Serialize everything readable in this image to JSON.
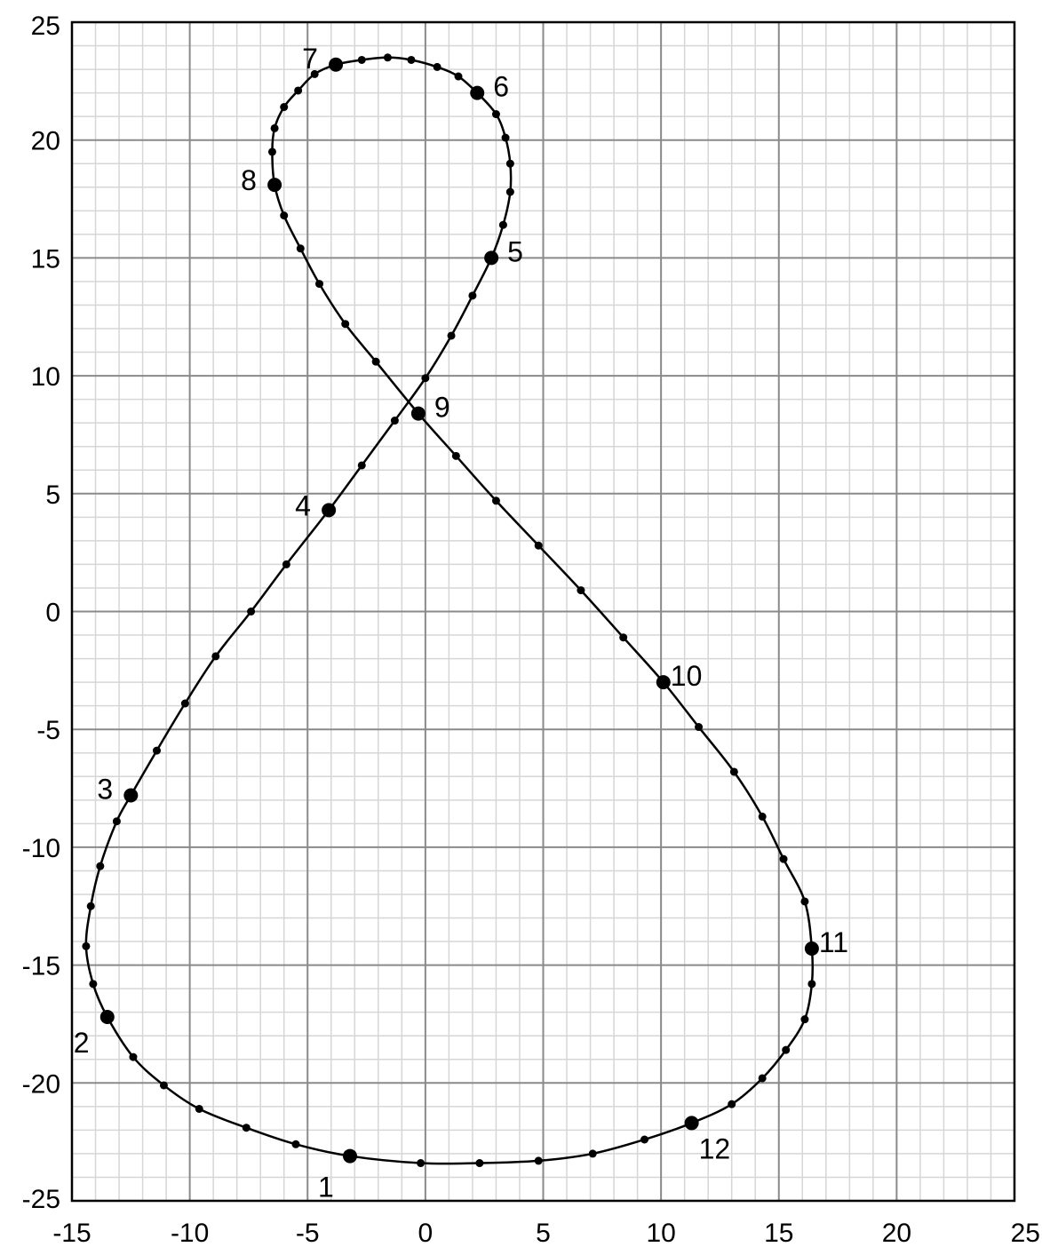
{
  "chart_data": {
    "type": "line",
    "title": "",
    "xlabel": "",
    "ylabel": "",
    "xlim": [
      -15,
      25
    ],
    "ylim": [
      -25,
      25
    ],
    "x_ticks": [
      -15,
      -10,
      -5,
      0,
      5,
      10,
      15,
      20,
      25
    ],
    "y_ticks": [
      -25,
      -20,
      -15,
      -10,
      -5,
      0,
      5,
      10,
      15,
      20,
      25
    ],
    "x_tick_labels": [
      "-15",
      "-10",
      "-5",
      "0",
      "5",
      "10",
      "15",
      "20",
      "25"
    ],
    "y_tick_labels": [
      "-25",
      "-20",
      "-15",
      "-10",
      "-5",
      "0",
      "5",
      "10",
      "15",
      "20",
      "25"
    ],
    "grid": {
      "major_step": 5,
      "minor_step": 1
    },
    "closed": true,
    "labeled_points": [
      {
        "label": "1",
        "x": -3.2,
        "y": -23.1
      },
      {
        "label": "2",
        "x": -13.5,
        "y": -17.2
      },
      {
        "label": "3",
        "x": -12.5,
        "y": -7.8
      },
      {
        "label": "4",
        "x": -4.1,
        "y": 4.3
      },
      {
        "label": "5",
        "x": 2.8,
        "y": 15.0
      },
      {
        "label": "6",
        "x": 2.2,
        "y": 22.0
      },
      {
        "label": "7",
        "x": -3.8,
        "y": 23.2
      },
      {
        "label": "8",
        "x": -6.4,
        "y": 18.1
      },
      {
        "label": "9",
        "x": -0.3,
        "y": 8.4
      },
      {
        "label": "10",
        "x": 10.1,
        "y": -3.0
      },
      {
        "label": "11",
        "x": 16.4,
        "y": -14.3
      },
      {
        "label": "12",
        "x": 11.3,
        "y": -21.7
      }
    ],
    "minor_points": [
      {
        "x": -0.2,
        "y": -23.4
      },
      {
        "x": 2.3,
        "y": -23.4
      },
      {
        "x": 4.8,
        "y": -23.3
      },
      {
        "x": 7.1,
        "y": -23.0
      },
      {
        "x": 9.3,
        "y": -22.4
      },
      {
        "x": 13.0,
        "y": -20.9
      },
      {
        "x": 14.3,
        "y": -19.8
      },
      {
        "x": 15.3,
        "y": -18.6
      },
      {
        "x": 16.1,
        "y": -17.3
      },
      {
        "x": 16.4,
        "y": -15.8
      },
      {
        "x": 16.1,
        "y": -12.3
      },
      {
        "x": 15.2,
        "y": -10.5
      },
      {
        "x": 14.3,
        "y": -8.7
      },
      {
        "x": 13.1,
        "y": -6.8
      },
      {
        "x": 11.6,
        "y": -4.9
      },
      {
        "x": 8.4,
        "y": -1.1
      },
      {
        "x": 6.6,
        "y": 0.9
      },
      {
        "x": 4.8,
        "y": 2.8
      },
      {
        "x": 3.0,
        "y": 4.7
      },
      {
        "x": 1.3,
        "y": 6.6
      },
      {
        "x": -2.1,
        "y": 10.6
      },
      {
        "x": -3.4,
        "y": 12.2
      },
      {
        "x": -4.5,
        "y": 13.9
      },
      {
        "x": -5.3,
        "y": 15.4
      },
      {
        "x": -6.0,
        "y": 16.8
      },
      {
        "x": -6.5,
        "y": 19.5
      },
      {
        "x": -6.4,
        "y": 20.5
      },
      {
        "x": -6.0,
        "y": 21.4
      },
      {
        "x": -5.4,
        "y": 22.1
      },
      {
        "x": -4.7,
        "y": 22.8
      },
      {
        "x": -2.7,
        "y": 23.4
      },
      {
        "x": -1.6,
        "y": 23.5
      },
      {
        "x": -0.6,
        "y": 23.4
      },
      {
        "x": 0.5,
        "y": 23.1
      },
      {
        "x": 1.4,
        "y": 22.7
      },
      {
        "x": 3.0,
        "y": 21.1
      },
      {
        "x": 3.4,
        "y": 20.1
      },
      {
        "x": 3.6,
        "y": 19.0
      },
      {
        "x": 3.6,
        "y": 17.8
      },
      {
        "x": 3.3,
        "y": 16.4
      },
      {
        "x": 2.0,
        "y": 13.4
      },
      {
        "x": 1.1,
        "y": 11.7
      },
      {
        "x": 0.0,
        "y": 9.9
      },
      {
        "x": -1.3,
        "y": 8.1
      },
      {
        "x": -2.7,
        "y": 6.2
      },
      {
        "x": -5.9,
        "y": 2.0
      },
      {
        "x": -7.4,
        "y": 0.0
      },
      {
        "x": -8.9,
        "y": -1.9
      },
      {
        "x": -10.2,
        "y": -3.9
      },
      {
        "x": -11.4,
        "y": -5.9
      },
      {
        "x": -13.1,
        "y": -8.9
      },
      {
        "x": -13.8,
        "y": -10.8
      },
      {
        "x": -14.2,
        "y": -12.5
      },
      {
        "x": -14.4,
        "y": -14.2
      },
      {
        "x": -14.1,
        "y": -15.8
      },
      {
        "x": -12.4,
        "y": -18.9
      },
      {
        "x": -11.1,
        "y": -20.1
      },
      {
        "x": -9.6,
        "y": -21.1
      },
      {
        "x": -7.6,
        "y": -21.9
      },
      {
        "x": -5.5,
        "y": -22.6
      }
    ],
    "curve_order": [
      {
        "x": -3.2,
        "y": -23.1
      },
      {
        "x": -0.2,
        "y": -23.4
      },
      {
        "x": 2.3,
        "y": -23.4
      },
      {
        "x": 4.8,
        "y": -23.3
      },
      {
        "x": 7.1,
        "y": -23.0
      },
      {
        "x": 9.3,
        "y": -22.4
      },
      {
        "x": 11.3,
        "y": -21.7
      },
      {
        "x": 13.0,
        "y": -20.9
      },
      {
        "x": 14.3,
        "y": -19.8
      },
      {
        "x": 15.3,
        "y": -18.6
      },
      {
        "x": 16.1,
        "y": -17.3
      },
      {
        "x": 16.4,
        "y": -15.8
      },
      {
        "x": 16.4,
        "y": -14.3
      },
      {
        "x": 16.1,
        "y": -12.3
      },
      {
        "x": 15.2,
        "y": -10.5
      },
      {
        "x": 14.3,
        "y": -8.7
      },
      {
        "x": 13.1,
        "y": -6.8
      },
      {
        "x": 11.6,
        "y": -4.9
      },
      {
        "x": 10.1,
        "y": -3.0
      },
      {
        "x": 8.4,
        "y": -1.1
      },
      {
        "x": 6.6,
        "y": 0.9
      },
      {
        "x": 4.8,
        "y": 2.8
      },
      {
        "x": 3.0,
        "y": 4.7
      },
      {
        "x": 1.3,
        "y": 6.6
      },
      {
        "x": -0.3,
        "y": 8.4
      },
      {
        "x": -2.1,
        "y": 10.6
      },
      {
        "x": -3.4,
        "y": 12.2
      },
      {
        "x": -4.5,
        "y": 13.9
      },
      {
        "x": -5.3,
        "y": 15.4
      },
      {
        "x": -6.0,
        "y": 16.8
      },
      {
        "x": -6.4,
        "y": 18.1
      },
      {
        "x": -6.5,
        "y": 19.5
      },
      {
        "x": -6.4,
        "y": 20.5
      },
      {
        "x": -6.0,
        "y": 21.4
      },
      {
        "x": -5.4,
        "y": 22.1
      },
      {
        "x": -4.7,
        "y": 22.8
      },
      {
        "x": -3.8,
        "y": 23.2
      },
      {
        "x": -2.7,
        "y": 23.4
      },
      {
        "x": -1.6,
        "y": 23.5
      },
      {
        "x": -0.6,
        "y": 23.4
      },
      {
        "x": 0.5,
        "y": 23.1
      },
      {
        "x": 1.4,
        "y": 22.7
      },
      {
        "x": 2.2,
        "y": 22.0
      },
      {
        "x": 3.0,
        "y": 21.1
      },
      {
        "x": 3.4,
        "y": 20.1
      },
      {
        "x": 3.6,
        "y": 19.0
      },
      {
        "x": 3.6,
        "y": 17.8
      },
      {
        "x": 3.3,
        "y": 16.4
      },
      {
        "x": 2.8,
        "y": 15.0
      },
      {
        "x": 2.0,
        "y": 13.4
      },
      {
        "x": 1.1,
        "y": 11.7
      },
      {
        "x": 0.0,
        "y": 9.9
      },
      {
        "x": -1.3,
        "y": 8.1
      },
      {
        "x": -2.7,
        "y": 6.2
      },
      {
        "x": -4.1,
        "y": 4.3
      },
      {
        "x": -5.9,
        "y": 2.0
      },
      {
        "x": -7.4,
        "y": 0.0
      },
      {
        "x": -8.9,
        "y": -1.9
      },
      {
        "x": -10.2,
        "y": -3.9
      },
      {
        "x": -11.4,
        "y": -5.9
      },
      {
        "x": -12.5,
        "y": -7.8
      },
      {
        "x": -13.1,
        "y": -8.9
      },
      {
        "x": -13.8,
        "y": -10.8
      },
      {
        "x": -14.2,
        "y": -12.5
      },
      {
        "x": -14.4,
        "y": -14.2
      },
      {
        "x": -14.1,
        "y": -15.8
      },
      {
        "x": -13.5,
        "y": -17.2
      },
      {
        "x": -12.4,
        "y": -18.9
      },
      {
        "x": -11.1,
        "y": -20.1
      },
      {
        "x": -9.6,
        "y": -21.1
      },
      {
        "x": -7.6,
        "y": -21.9
      },
      {
        "x": -5.5,
        "y": -22.6
      }
    ]
  }
}
